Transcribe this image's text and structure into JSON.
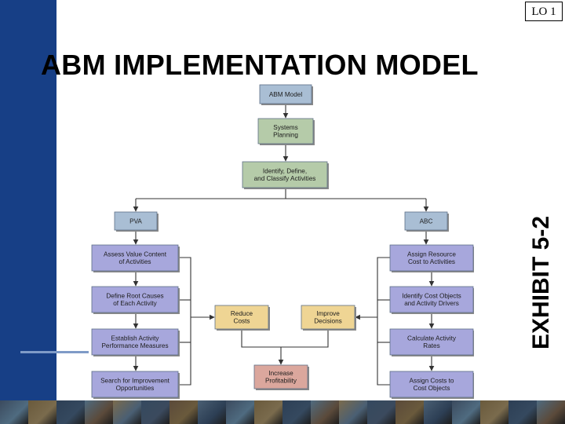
{
  "slide": {
    "lo_badge": "LO 1",
    "title": "ABM IMPLEMENTATION MODEL",
    "exhibit_label": "EXHIBIT 5-2"
  },
  "diagram": {
    "nodes": [
      {
        "id": "abm-model",
        "lines": [
          "ABM Model"
        ],
        "color": "#a9bed4"
      },
      {
        "id": "systems-planning",
        "lines": [
          "Systems",
          "Planning"
        ],
        "color": "#b5cba9"
      },
      {
        "id": "identify-define-classify",
        "lines": [
          "Identify, Define,",
          "and Classify Activities"
        ],
        "color": "#b5cba9"
      },
      {
        "id": "pva",
        "lines": [
          "PVA"
        ],
        "color": "#a9bed4"
      },
      {
        "id": "abc",
        "lines": [
          "ABC"
        ],
        "color": "#a9bed4"
      },
      {
        "id": "assess-value",
        "lines": [
          "Assess Value Content",
          "of Activities"
        ],
        "color": "#a7a7dc"
      },
      {
        "id": "define-root-causes",
        "lines": [
          "Define Root Causes",
          "of Each Activity"
        ],
        "color": "#a7a7dc"
      },
      {
        "id": "establish-measures",
        "lines": [
          "Establish Activity",
          "Performance Measures"
        ],
        "color": "#a7a7dc"
      },
      {
        "id": "search-improvement",
        "lines": [
          "Search for Improvement",
          "Opportunities"
        ],
        "color": "#a7a7dc"
      },
      {
        "id": "assign-resource-cost",
        "lines": [
          "Assign Resource",
          "Cost to Activities"
        ],
        "color": "#a7a7dc"
      },
      {
        "id": "identify-cost-objects",
        "lines": [
          "Identify Cost Objects",
          "and Activity Drivers"
        ],
        "color": "#a7a7dc"
      },
      {
        "id": "calculate-rates",
        "lines": [
          "Calculate Activity",
          "Rates"
        ],
        "color": "#a7a7dc"
      },
      {
        "id": "assign-costs",
        "lines": [
          "Assign Costs to",
          "Cost Objects"
        ],
        "color": "#a7a7dc"
      },
      {
        "id": "reduce-costs",
        "lines": [
          "Reduce",
          "Costs"
        ],
        "color": "#efd594"
      },
      {
        "id": "improve-decisions",
        "lines": [
          "Improve",
          "Decisions"
        ],
        "color": "#efd594"
      },
      {
        "id": "increase-profitability",
        "lines": [
          "Increase",
          "Profitability"
        ],
        "color": "#dba79d"
      }
    ]
  }
}
